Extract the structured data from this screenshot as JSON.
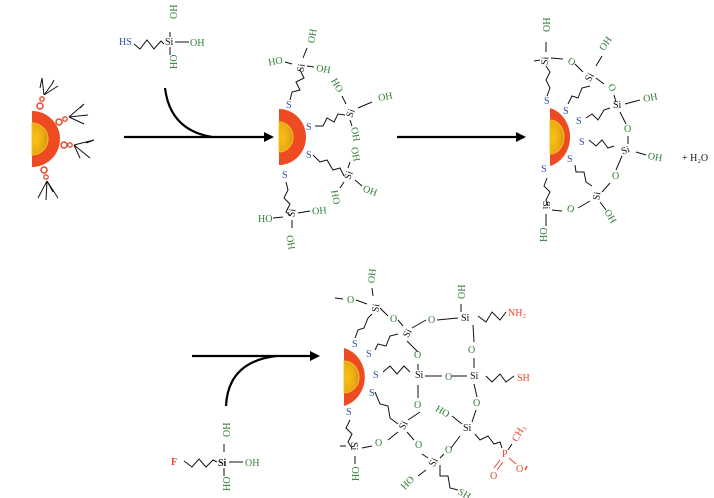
{
  "diagram": {
    "type": "reaction-scheme",
    "colors": {
      "shell": "#ee4b23",
      "core": "#f5b712",
      "hydroxyl": "#2e7d32",
      "thiol": "#2a4ea6",
      "functional": "#e8452a",
      "bond": "#111111"
    },
    "labels": {
      "si": "Si",
      "oh": "OH",
      "ho": "HO",
      "o": "O",
      "s": "S",
      "hs": "HS",
      "sh": "SH",
      "nh2": "NH₂",
      "f": "F",
      "p": "P",
      "ch3": "CH₃",
      "water": "+ H₂O"
    },
    "reagents": {
      "mptms": "HS-(CH2)3-Si(OH)3",
      "fluoro": "F-(CH2)3-Si(OH)3"
    },
    "steps": [
      "Nanoparticle with oleate ligands",
      "Ligand exchange with mercaptopropylsilanetriol",
      "Condensation to siloxane shell + H2O",
      "Co-condensation with functional silane (NH2, SH, phosphonate)"
    ]
  }
}
